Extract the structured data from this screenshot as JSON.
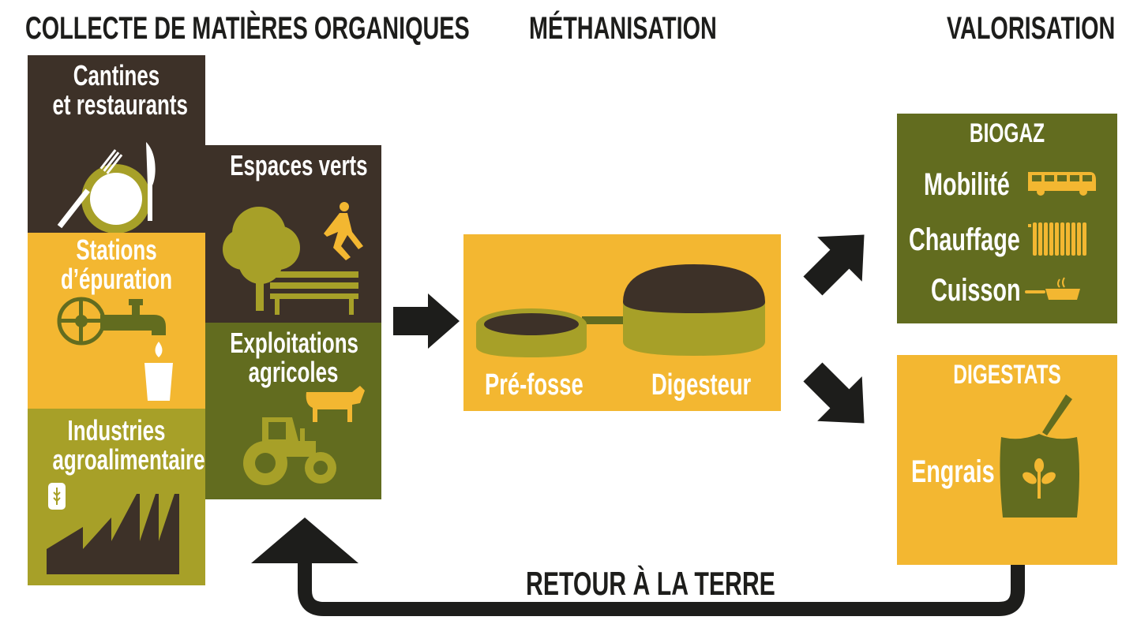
{
  "colors": {
    "dark": "#3d3128",
    "yellow": "#f3b731",
    "olive": "#a7a028",
    "darkgreen": "#626c1f",
    "arrow": "#1d1d1b"
  },
  "headers": {
    "collecte": "COLLECTE DE MATIÈRES ORGANIQUES",
    "methanisation": "MÉTHANISATION",
    "valorisation": "VALORISATION"
  },
  "sources": {
    "cantines": [
      "Cantines",
      "et restaurants"
    ],
    "stations": [
      "Stations",
      "d’épuration"
    ],
    "industries": [
      "Industries",
      "agroalimentaires"
    ],
    "espaces": [
      "Espaces verts"
    ],
    "exploitations": [
      "Exploitations",
      "agricoles"
    ]
  },
  "process": {
    "prefosse": "Pré-fosse",
    "digesteur": "Digesteur"
  },
  "biogaz": {
    "title": "BIOGAZ",
    "items": [
      "Mobilité",
      "Chauffage",
      "Cuisson"
    ]
  },
  "digestats": {
    "title": "DIGESTATS",
    "items": [
      "Engrais"
    ]
  },
  "retour": "RETOUR À LA TERRE"
}
